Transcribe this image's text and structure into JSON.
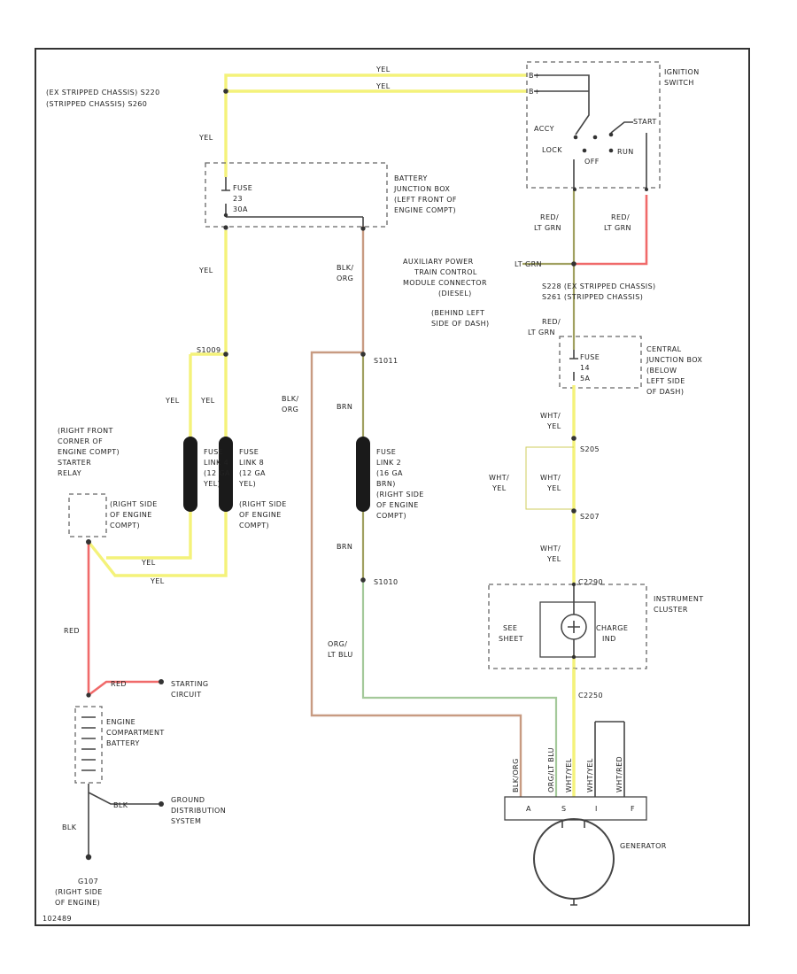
{
  "labels": {
    "s220_line1": "(EX STRIPPED CHASSIS) S220",
    "s220_line2": "(STRIPPED CHASSIS) S260",
    "yel_top1": "YEL",
    "yel_top2": "YEL",
    "yel_left": "YEL",
    "yel_mid": "YEL",
    "s1009": "S1009",
    "yel_fl4": "YEL",
    "yel_fl8": "YEL",
    "bat_box_1": "BATTERY",
    "bat_box_2": "JUNCTION BOX",
    "bat_box_3": "(LEFT FRONT OF",
    "bat_box_4": "ENGINE COMPT)",
    "fuse_b1": "FUSE",
    "fuse_b2": "23",
    "fuse_b3": "30A",
    "ign_1": "IGNITION",
    "ign_2": "SWITCH",
    "acc": "ACCY",
    "lock": "LOCK",
    "start": "START",
    "off": "OFF",
    "run": "RUN",
    "red_ltgrn_a1": "RED/",
    "red_ltgrn_a2": "LT GRN",
    "red_ltgrn_b1": "RED/",
    "red_ltgrn_b2": "LT GRN",
    "aux_1": "AUXILIARY POWER",
    "aux_2": "TRAIN CONTROL",
    "aux_3": "MODULE CONNECTOR",
    "aux_4": "(DIESEL)",
    "aux_5": "(BEHIND LEFT",
    "aux_6": "SIDE OF DASH)",
    "aux_pin": "LT GRN",
    "s228": "S228  (EX STRIPPED CHASSIS)",
    "s261": "S261  (STRIPPED CHASSIS)",
    "red_ltgrn_c1": "RED/",
    "red_ltgrn_c2": "LT GRN",
    "cjb_1": "CENTRAL",
    "cjb_2": "JUNCTION BOX",
    "cjb_3": "(BELOW",
    "cjb_4": "LEFT SIDE",
    "cjb_5": "OF DASH)",
    "fuse_c1": "FUSE",
    "fuse_c2": "14",
    "fuse_c3": "5A",
    "wht_yel_1a": "WHT/",
    "wht_yel_1b": "YEL",
    "s205": "S205",
    "wht_yel_2a": "WHT/",
    "wht_yel_2b": "YEL",
    "wht_yel_3a": "WHT/",
    "wht_yel_3b": "YEL",
    "s207": "S207",
    "wht_yel_4a": "WHT/",
    "wht_yel_4b": "YEL",
    "c2290": "C2290",
    "cluster_1": "INSTRUMENT",
    "cluster_2": "CLUSTER",
    "see_1": "SEE",
    "see_2": "SHEET",
    "charge_1": "CHARGE",
    "charge_2": "IND",
    "c2250": "C2250",
    "blk_org_1a": "BLK/",
    "blk_org_1b": "ORG",
    "blk_org_2a": "BLK/",
    "blk_org_2b": "ORG",
    "s1011": "S1011",
    "brn_1": "BRN",
    "brn_2": "BRN",
    "s1010": "S1010",
    "org_ltblu_a": "ORG/",
    "org_ltblu_b": "LT BLU",
    "fl2_1": "FUSE",
    "fl2_2": "LINK 2",
    "fl2_3": "(16 GA",
    "fl2_4": "BRN)",
    "fl2_5": "(RIGHT SIDE",
    "fl2_6": "OF ENGINE",
    "fl2_7": "COMPT)",
    "fl4_1": "FUSE",
    "fl4_2": "LINK 4",
    "fl4_3": "(12 GA",
    "fl4_4": "YEL)",
    "fl4_5": "(RIGHT SIDE",
    "fl4_6": "OF ENGINE",
    "fl4_7": "COMPT)",
    "fl8_1": "FUSE",
    "fl8_2": "LINK 8",
    "fl8_3": "(12 GA",
    "fl8_4": "YEL)",
    "fl8_5": "(RIGHT SIDE",
    "fl8_6": "OF ENGINE",
    "fl8_7": "COMPT)",
    "starter_1": "(RIGHT FRONT",
    "starter_2": "CORNER OF",
    "starter_3": "ENGINE COMPT)",
    "starter_4": "STARTER",
    "starter_5": "RELAY",
    "red_left": "RED",
    "red_start": "RED",
    "starting_1": "STARTING",
    "starting_2": "CIRCUIT",
    "batt_1": "ENGINE",
    "batt_2": "COMPARTMENT",
    "batt_3": "BATTERY",
    "blk_gnd": "BLK",
    "gnd_dist_1": "GROUND",
    "gnd_dist_2": "DISTRIBUTION",
    "gnd_dist_3": "SYSTEM",
    "blk_down": "BLK",
    "g107_1": "G107",
    "g107_2": "(RIGHT SIDE",
    "g107_3": "OF ENGINE)",
    "gen": "GENERATOR",
    "gen_w1": "BLK/ORG",
    "gen_w2": "ORG/LT BLU",
    "gen_w3": "WHT/YEL",
    "gen_w4": "WHT/YEL",
    "gen_w5": "WHT/RED",
    "term_a": "A",
    "term_s": "S",
    "term_i": "I",
    "term_f": "F",
    "code": "102489"
  },
  "colors": {
    "yellow_wire": "#f4f27a",
    "red_wire": "#f06a6a",
    "brown_wire": "#c89b82",
    "green_wire": "#a4c99a",
    "black_wire": "#444444"
  }
}
